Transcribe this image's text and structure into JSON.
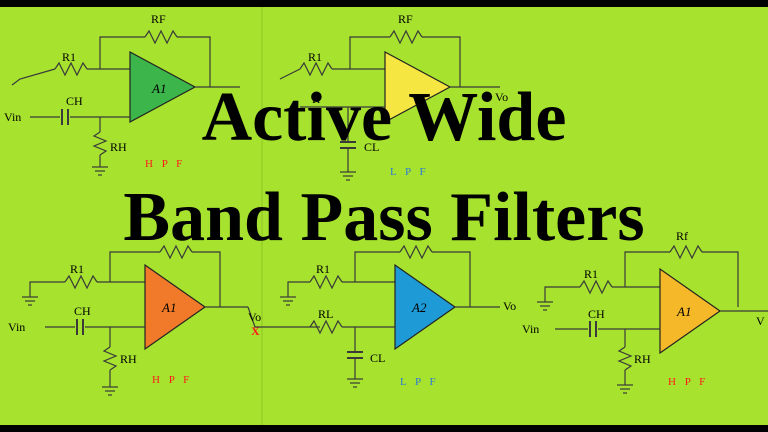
{
  "title": {
    "line1": "Active Wide",
    "line2": "Band Pass Filters"
  },
  "colors": {
    "background": "#a6e22e",
    "opamp_green": "#3cb54a",
    "opamp_yellow": "#f5e642",
    "opamp_orange": "#f07a2a",
    "opamp_blue": "#1e9ad6",
    "opamp_amber": "#f5b829",
    "hpf_tag": "#ff1a1a",
    "lpf_tag": "#2a7ad8"
  },
  "circuits": {
    "top_left": {
      "rf": "RF",
      "r1": "R1",
      "vin": "Vin",
      "cap": "CH",
      "res": "RH",
      "amp": "A1",
      "tag": "H P F"
    },
    "top_right": {
      "rf": "RF",
      "r1": "R1",
      "r": "R",
      "cap": "CL",
      "vo": "Vo",
      "tag": "L P F"
    },
    "bottom_left": {
      "r1": "R1",
      "vin": "Vin",
      "cap": "CH",
      "res": "RH",
      "amp": "A1",
      "vo": "Vo",
      "mark": "X",
      "tag": "H P F"
    },
    "bottom_middle": {
      "r1": "R1",
      "rl": "RL",
      "cap": "CL",
      "amp": "A2",
      "vo": "Vo",
      "tag": "L P F"
    },
    "bottom_right": {
      "rf": "Rf",
      "r1": "R1",
      "vin": "Vin",
      "cap": "CH",
      "res": "RH",
      "amp": "A1",
      "vo": "V",
      "tag": "H P F"
    }
  }
}
